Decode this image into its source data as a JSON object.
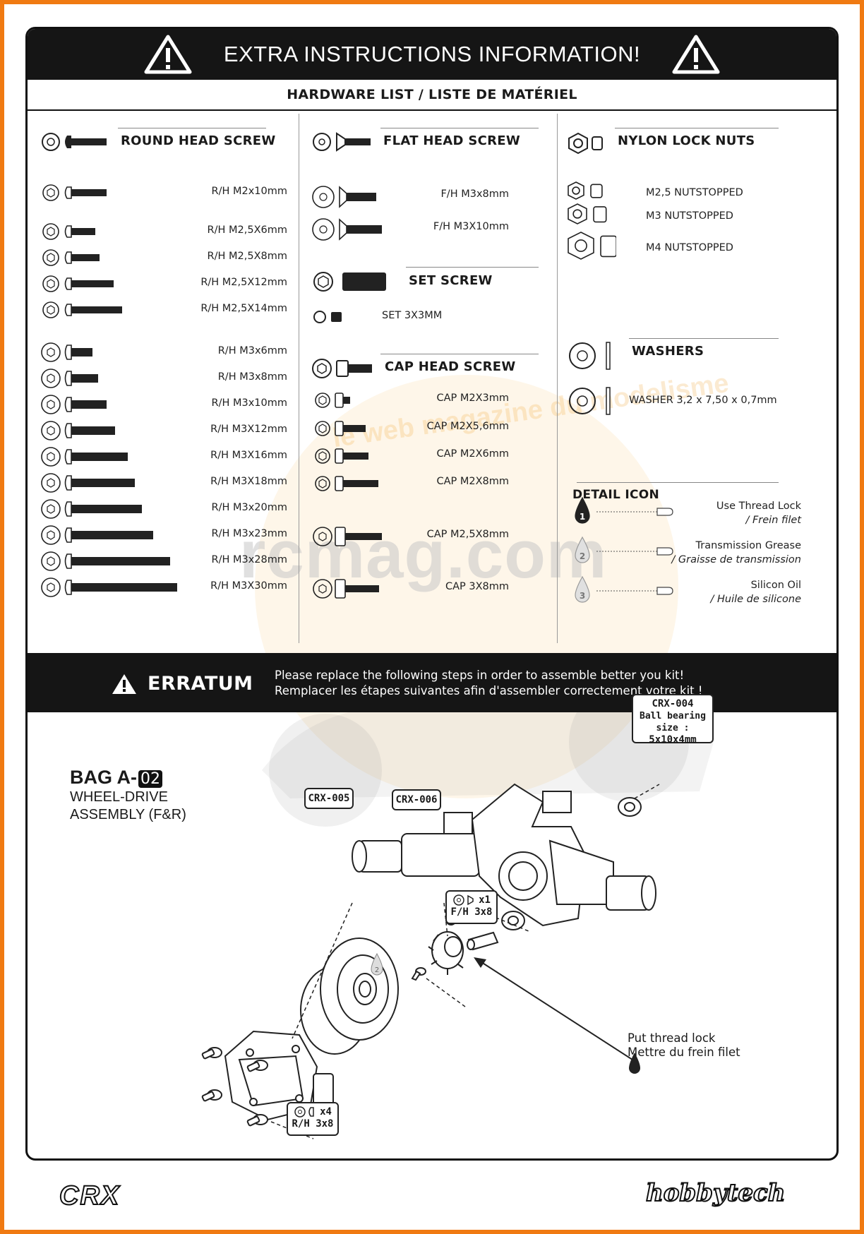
{
  "banner": {
    "title": "EXTRA INSTRUCTIONS INFORMATION!"
  },
  "hardware": {
    "title": "HARDWARE LIST / LISTE DE MATÉRIEL",
    "round_head": {
      "title": "ROUND HEAD SCREW",
      "items": [
        "R/H M2x10mm",
        "R/H M2,5X6mm",
        "R/H M2,5X8mm",
        "R/H M2,5X12mm",
        "R/H M2,5X14mm",
        "R/H M3x6mm",
        "R/H M3x8mm",
        "R/H M3x10mm",
        "R/H M3X12mm",
        "R/H M3X16mm",
        "R/H M3X18mm",
        "R/H M3x20mm",
        "R/H M3x23mm",
        "R/H M3x28mm",
        "R/H M3X30mm"
      ]
    },
    "flat_head": {
      "title": "FLAT HEAD SCREW",
      "items": [
        "F/H M3x8mm",
        "F/H M3X10mm"
      ]
    },
    "set_screw": {
      "title": "SET SCREW",
      "items": [
        "SET 3X3MM"
      ]
    },
    "cap_head": {
      "title": "CAP HEAD SCREW",
      "items": [
        "CAP M2X3mm",
        "CAP M2X5,6mm",
        "CAP M2X6mm",
        "CAP M2X8mm",
        "CAP M2,5X8mm",
        "CAP 3X8mm"
      ]
    },
    "nylon_nuts": {
      "title": "NYLON LOCK NUTS",
      "items": [
        "M2,5 NUTSTOPPED",
        "M3 NUTSTOPPED",
        "M4 NUTSTOPPED"
      ]
    },
    "washers": {
      "title": "WASHERS",
      "items": [
        "WASHER 3,2 x 7,50 x 0,7mm"
      ]
    },
    "detail_icon": {
      "title": "DETAIL ICON",
      "items": [
        {
          "num": "1",
          "l1": "Use Thread Lock",
          "l2": "/ Frein filet"
        },
        {
          "num": "2",
          "l1": "Transmission Grease",
          "l2": "/ Graisse de transmission"
        },
        {
          "num": "3",
          "l1": "Silicon Oil",
          "l2": "/ Huile de silicone"
        }
      ]
    }
  },
  "erratum": {
    "title": "ERRATUM",
    "line1": "Please replace the following steps in order to assemble better you kit!",
    "line2": "Remplacer les étapes suivantes afin d'assembler correctement votre kit !"
  },
  "assembly": {
    "bag_prefix": "BAG A-",
    "bag_num": "02",
    "sub1": "WHEEL-DRIVE",
    "sub2": "ASSEMBLY (F&R)",
    "callouts": {
      "crx004_code": "CRX-004",
      "crx004_l2": "Ball bearing size :",
      "crx004_l3": "5x10x4mm",
      "crx005": "CRX-005",
      "crx006": "CRX-006",
      "fh_qty": "x1",
      "fh_label": "F/H 3x8",
      "rh_qty": "x4",
      "rh_label": "R/H 3x8"
    },
    "note_l1": "Put thread lock",
    "note_l2": "Mettre du frein filet",
    "step_num_1": "1",
    "step_num_2": "2"
  },
  "watermark": {
    "text": "rcmag.com",
    "arc": "le web magazine du modelisme"
  },
  "logos": {
    "left": "CRX",
    "right": "hobbytech"
  }
}
